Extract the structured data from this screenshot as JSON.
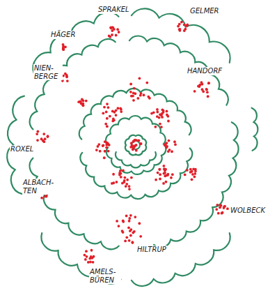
{
  "diagram": {
    "labels": [
      "SPRAKEL",
      "GELMER",
      "HÄGER",
      "NIEN- BERGE",
      "HANDORF",
      "ROXEL",
      "ALBACH- TEN",
      "WOLBECK",
      "HILTRUP",
      "AMELS- BÜREN"
    ]
  }
}
